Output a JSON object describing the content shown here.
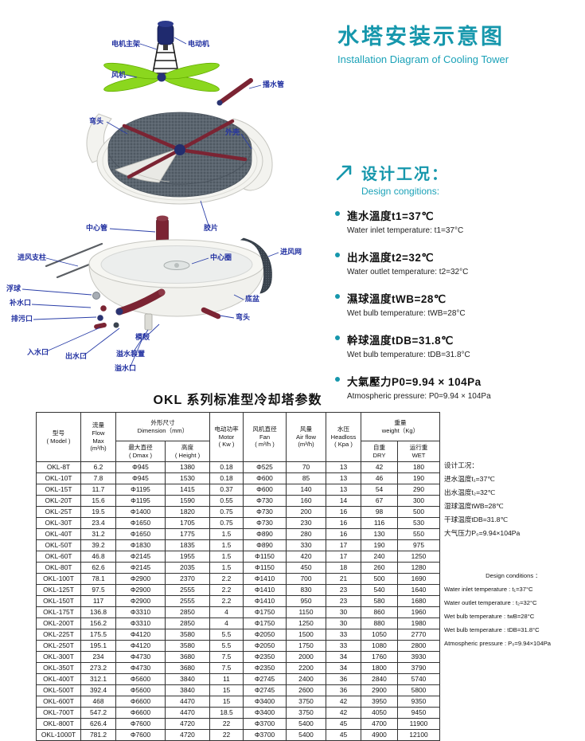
{
  "colors": {
    "accent_teal": "#1697AC",
    "callout_blue": "#2433A2",
    "pipe_maroon": "#7B2433",
    "fan_green": "#8BD71E",
    "motor_navy": "#1F2A6E"
  },
  "header": {
    "title_cn": "水塔安装示意图",
    "title_en": "Installation Diagram of Cooling Tower"
  },
  "diagram": {
    "labels": [
      "电机主架",
      "电动机",
      "风机",
      "播水管",
      "弯头",
      "外壳",
      "中心管",
      "胶片",
      "进风支柱",
      "中心圈",
      "进风网",
      "浮球",
      "补水口",
      "底盆",
      "排污口",
      "弯头",
      "模殼",
      "入水口",
      "出水口",
      "溢水装置",
      "溢水口"
    ]
  },
  "design": {
    "heading_cn": "设计工况：",
    "heading_en": "Design congitions:",
    "items": [
      {
        "cn": "進水溫度t1=37℃",
        "en": "Water inlet temperature:  t1=37°C"
      },
      {
        "cn": "出水溫度t2=32℃",
        "en": "Water outlet temperature:  t2=32°C"
      },
      {
        "cn": "濕球溫度tWB=28℃",
        "en": "Wet bulb temperature:  tWB=28°C"
      },
      {
        "cn": "幹球溫度tDB=31.8℃",
        "en": "Wet bulb temperature:  tDB=31.8°C"
      },
      {
        "cn": "大氣壓力P0=9.94 × 104Pa",
        "en": "Atmospheric pressure:  P0=9.94 × 104Pa"
      }
    ]
  },
  "table": {
    "title": "OKL 系列标准型冷却塔参数",
    "header": {
      "model": "型号\n( Model )",
      "flow": "流量\nFlow\nMax\n(m³/h)",
      "dim_group": "外形尺寸\nDimension（mm）",
      "dmax": "最大直径\n( Dmax )",
      "height": "高度\n( Height )",
      "motor": "电动功率\nMotor\n( Kw )",
      "fan": "风机直径\nFan\n( m³/h )",
      "airflow": "风量\nAir flow\n(m³/h)",
      "headloss": "水压\nHeadloss\n( Kpa )",
      "weight_group": "重量\nweight（Kg）",
      "dry": "自重\nDRY",
      "wet": "运行重\nWET"
    },
    "rows": [
      [
        "OKL-8T",
        "6.2",
        "Φ945",
        "1380",
        "0.18",
        "Φ525",
        "70",
        "13",
        "42",
        "180"
      ],
      [
        "OKL-10T",
        "7.8",
        "Φ945",
        "1530",
        "0.18",
        "Φ600",
        "85",
        "13",
        "46",
        "190"
      ],
      [
        "OKL-15T",
        "11.7",
        "Φ1195",
        "1415",
        "0.37",
        "Φ600",
        "140",
        "13",
        "54",
        "290"
      ],
      [
        "OKL-20T",
        "15.6",
        "Φ1195",
        "1590",
        "0.55",
        "Φ730",
        "160",
        "14",
        "67",
        "300"
      ],
      [
        "OKL-25T",
        "19.5",
        "Φ1400",
        "1820",
        "0.75",
        "Φ730",
        "200",
        "16",
        "98",
        "500"
      ],
      [
        "OKL-30T",
        "23.4",
        "Φ1650",
        "1705",
        "0.75",
        "Φ730",
        "230",
        "16",
        "116",
        "530"
      ],
      [
        "OKL-40T",
        "31.2",
        "Φ1650",
        "1775",
        "1.5",
        "Φ890",
        "280",
        "16",
        "130",
        "550"
      ],
      [
        "OKL-50T",
        "39.2",
        "Φ1830",
        "1835",
        "1.5",
        "Φ890",
        "330",
        "17",
        "190",
        "975"
      ],
      [
        "OKL-60T",
        "46.8",
        "Φ2145",
        "1955",
        "1.5",
        "Φ1150",
        "420",
        "17",
        "240",
        "1250"
      ],
      [
        "OKL-80T",
        "62.6",
        "Φ2145",
        "2035",
        "1.5",
        "Φ1150",
        "450",
        "18",
        "260",
        "1280"
      ],
      [
        "OKL-100T",
        "78.1",
        "Φ2900",
        "2370",
        "2.2",
        "Φ1410",
        "700",
        "21",
        "500",
        "1690"
      ],
      [
        "OKL-125T",
        "97.5",
        "Φ2900",
        "2555",
        "2.2",
        "Φ1410",
        "830",
        "23",
        "540",
        "1640"
      ],
      [
        "OKL-150T",
        "117",
        "Φ2900",
        "2555",
        "2.2",
        "Φ1410",
        "950",
        "23",
        "580",
        "1680"
      ],
      [
        "OKL-175T",
        "136.8",
        "Φ3310",
        "2850",
        "4",
        "Φ1750",
        "1150",
        "30",
        "860",
        "1960"
      ],
      [
        "OKL-200T",
        "156.2",
        "Φ3310",
        "2850",
        "4",
        "Φ1750",
        "1250",
        "30",
        "880",
        "1980"
      ],
      [
        "OKL-225T",
        "175.5",
        "Φ4120",
        "3580",
        "5.5",
        "Φ2050",
        "1500",
        "33",
        "1050",
        "2770"
      ],
      [
        "OKL-250T",
        "195.1",
        "Φ4120",
        "3580",
        "5.5",
        "Φ2050",
        "1750",
        "33",
        "1080",
        "2800"
      ],
      [
        "OKL-300T",
        "234",
        "Φ4730",
        "3680",
        "7.5",
        "Φ2350",
        "2000",
        "34",
        "1760",
        "3930"
      ],
      [
        "OKL-350T",
        "273.2",
        "Φ4730",
        "3680",
        "7.5",
        "Φ2350",
        "2200",
        "34",
        "1800",
        "3790"
      ],
      [
        "OKL-400T",
        "312.1",
        "Φ5600",
        "3840",
        "11",
        "Φ2745",
        "2400",
        "36",
        "2840",
        "5740"
      ],
      [
        "OKL-500T",
        "392.4",
        "Φ5600",
        "3840",
        "15",
        "Φ2745",
        "2600",
        "36",
        "2900",
        "5800"
      ],
      [
        "OKL-600T",
        "468",
        "Φ6600",
        "4470",
        "15",
        "Φ3400",
        "3750",
        "42",
        "3950",
        "9350"
      ],
      [
        "OKL-700T",
        "547.2",
        "Φ6600",
        "4470",
        "18.5",
        "Φ3400",
        "3750",
        "42",
        "4050",
        "9450"
      ],
      [
        "OKL-800T",
        "626.4",
        "Φ7600",
        "4720",
        "22",
        "Φ3700",
        "5400",
        "45",
        "4700",
        "11900"
      ],
      [
        "OKL-1000T",
        "781.2",
        "Φ7600",
        "4720",
        "22",
        "Φ3700",
        "5400",
        "45",
        "4900",
        "12100"
      ]
    ]
  },
  "notes": {
    "cn_title": "设计工况：",
    "cn_lines": [
      "进水温度t₁=37℃",
      "出水温度t₂=32℃",
      "湿球温度tWB=28℃",
      "干球温度tDB=31.8℃",
      "大气压力P₀=9.94×104Pa"
    ],
    "en_title": "Design conditions ：",
    "en_lines": [
      "Water inlet temperature : t₁=37°C",
      "Water outlet temperature : t₂=32°C",
      "Wet bulb temperature : twB=28°C",
      "Wet bulb temperature : tDB=31.8°C",
      "Atmospheric pressure : P₀=9.94×104Pa"
    ]
  }
}
